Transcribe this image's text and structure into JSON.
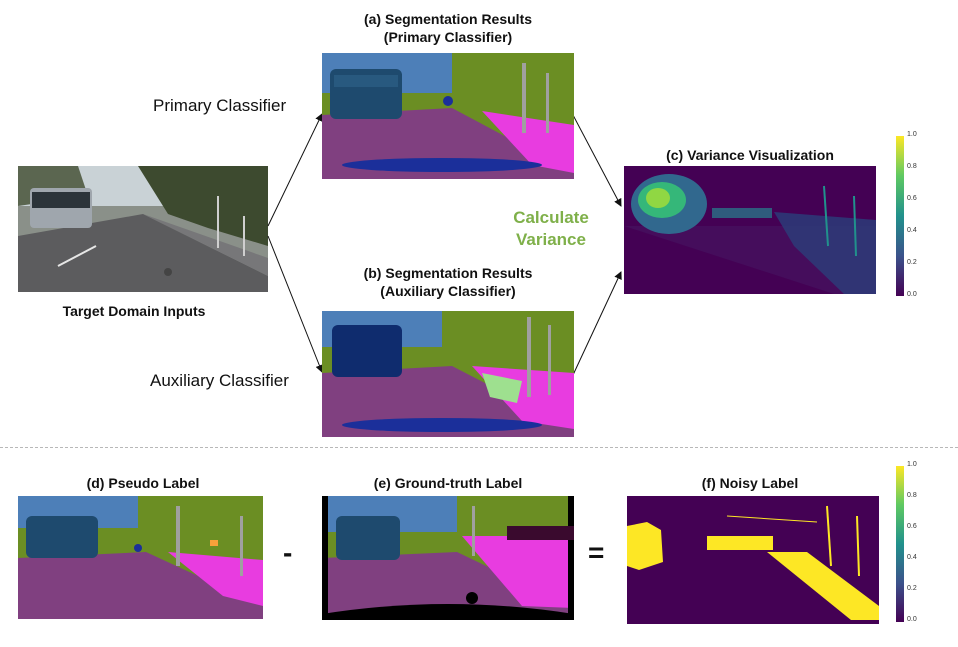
{
  "labels": {
    "primary_classifier": "Primary Classifier",
    "auxiliary_classifier": "Auxiliary Classifier",
    "target_domain_inputs": "Target Domain Inputs",
    "calculate_variance_line1": "Calculate",
    "calculate_variance_line2": "Variance"
  },
  "panels": {
    "a": {
      "title_line1": "(a) Segmentation Results",
      "title_line2": "(Primary Classifier)"
    },
    "b": {
      "title_line1": "(b) Segmentation Results",
      "title_line2": "(Auxiliary Classifier)"
    },
    "c": {
      "title": "(c) Variance Visualization"
    },
    "d": {
      "title": "(d) Pseudo Label"
    },
    "e": {
      "title": "(e) Ground-truth Label"
    },
    "f": {
      "title": "(f) Noisy Label"
    }
  },
  "operators": {
    "minus": "-",
    "equals": "="
  },
  "colorbar_ticks": [
    "1.0",
    "0.8",
    "0.6",
    "0.4",
    "0.2",
    "0.0"
  ],
  "colors": {
    "sky": "#4d7fb8",
    "vegetation": "#6b8e23",
    "road": "#804080",
    "sidewalk": "#e83ce0",
    "bus": "#1e4a6e",
    "viridis_low": "#440154",
    "viridis_high": "#fde725",
    "accent_text": "#7fb04a"
  }
}
